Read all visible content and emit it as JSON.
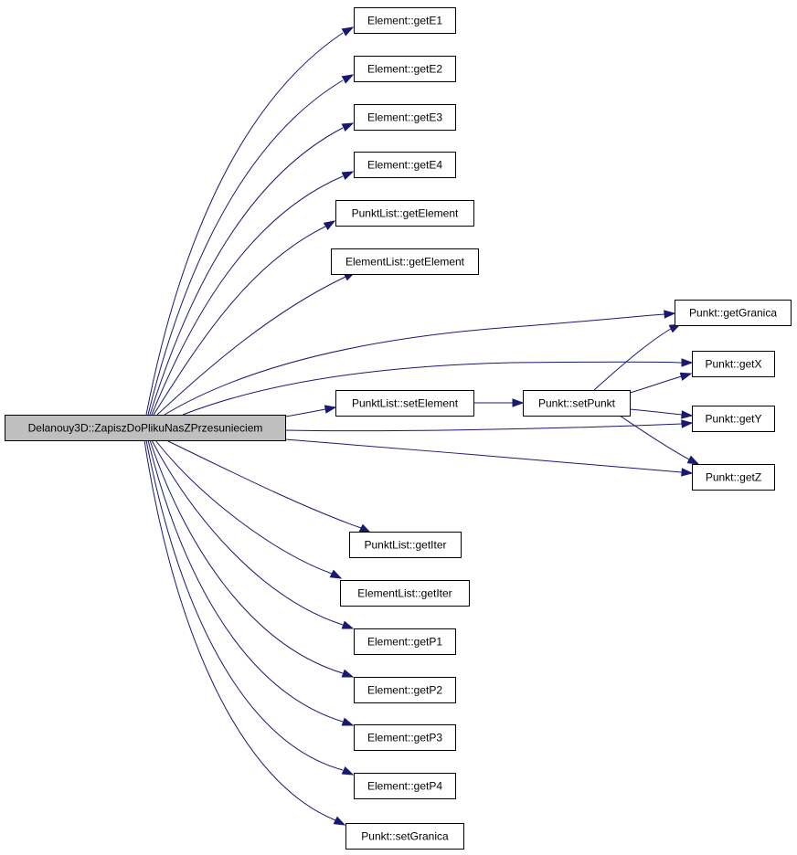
{
  "graph": {
    "root": "Delanouy3D::ZapiszDoPlikuNasZPrzesunieciem",
    "nodes": [
      {
        "id": "root",
        "label": "Delanouy3D::ZapiszDoPlikuNasZPrzesunieciem"
      },
      {
        "id": "getE1",
        "label": "Element::getE1"
      },
      {
        "id": "getE2",
        "label": "Element::getE2"
      },
      {
        "id": "getE3",
        "label": "Element::getE3"
      },
      {
        "id": "getE4",
        "label": "Element::getE4"
      },
      {
        "id": "pl_getElement",
        "label": "PunktList::getElement"
      },
      {
        "id": "el_getElement",
        "label": "ElementList::getElement"
      },
      {
        "id": "getGranica",
        "label": "Punkt::getGranica"
      },
      {
        "id": "getX",
        "label": "Punkt::getX"
      },
      {
        "id": "pl_setElement",
        "label": "PunktList::setElement"
      },
      {
        "id": "setPunkt",
        "label": "Punkt::setPunkt"
      },
      {
        "id": "getY",
        "label": "Punkt::getY"
      },
      {
        "id": "getZ",
        "label": "Punkt::getZ"
      },
      {
        "id": "pl_getIter",
        "label": "PunktList::getIter"
      },
      {
        "id": "el_getIter",
        "label": "ElementList::getIter"
      },
      {
        "id": "getP1",
        "label": "Element::getP1"
      },
      {
        "id": "getP2",
        "label": "Element::getP2"
      },
      {
        "id": "getP3",
        "label": "Element::getP3"
      },
      {
        "id": "getP4",
        "label": "Element::getP4"
      },
      {
        "id": "setGranica",
        "label": "Punkt::setGranica"
      }
    ],
    "edges": [
      {
        "from": "root",
        "to": "getE1"
      },
      {
        "from": "root",
        "to": "getE2"
      },
      {
        "from": "root",
        "to": "getE3"
      },
      {
        "from": "root",
        "to": "getE4"
      },
      {
        "from": "root",
        "to": "pl_getElement"
      },
      {
        "from": "root",
        "to": "el_getElement"
      },
      {
        "from": "root",
        "to": "getGranica"
      },
      {
        "from": "root",
        "to": "getX"
      },
      {
        "from": "root",
        "to": "pl_setElement"
      },
      {
        "from": "root",
        "to": "getY"
      },
      {
        "from": "root",
        "to": "getZ"
      },
      {
        "from": "root",
        "to": "pl_getIter"
      },
      {
        "from": "root",
        "to": "el_getIter"
      },
      {
        "from": "root",
        "to": "getP1"
      },
      {
        "from": "root",
        "to": "getP2"
      },
      {
        "from": "root",
        "to": "getP3"
      },
      {
        "from": "root",
        "to": "getP4"
      },
      {
        "from": "root",
        "to": "setGranica"
      },
      {
        "from": "pl_setElement",
        "to": "setPunkt"
      },
      {
        "from": "setPunkt",
        "to": "getGranica"
      },
      {
        "from": "setPunkt",
        "to": "getX"
      },
      {
        "from": "setPunkt",
        "to": "getY"
      },
      {
        "from": "setPunkt",
        "to": "getZ"
      }
    ],
    "colors": {
      "edge": "#191970",
      "root_fill": "#bfbfbf",
      "node_fill": "#ffffff",
      "node_border": "#000000"
    }
  }
}
